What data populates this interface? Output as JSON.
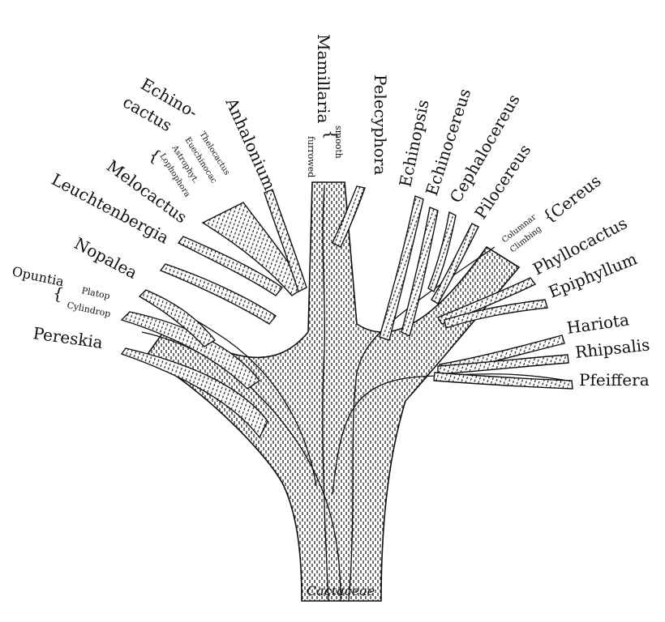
{
  "diagram": {
    "root": "Cactaceae",
    "branches": [
      {
        "id": "pereskia",
        "label": "Pereskia"
      },
      {
        "id": "opuntia",
        "label": "Opuntia",
        "sub": [
          "Platop",
          "Cylindrop"
        ]
      },
      {
        "id": "nopalea",
        "label": "Nopalea"
      },
      {
        "id": "leuchtenbergia",
        "label": "Leuchtenbergia"
      },
      {
        "id": "melocactus",
        "label": "Melocactus"
      },
      {
        "id": "echinocactus",
        "label_lines": [
          "Echino-",
          "cactus"
        ],
        "sub": [
          "Thelocactus",
          "Euechinocac",
          "Astrophyt.",
          "Lophophora"
        ]
      },
      {
        "id": "anhalonium",
        "label": "Anhalonium"
      },
      {
        "id": "mamillaria",
        "label": "Mamillaria",
        "sub": [
          "smooth",
          "furrowed"
        ]
      },
      {
        "id": "pelecyphora",
        "label": "Pelecyphora"
      },
      {
        "id": "echinopsis",
        "label": "Echinopsis"
      },
      {
        "id": "echinocereus",
        "label": "Echinocereus"
      },
      {
        "id": "cephalocereus",
        "label": "Cephalocereus"
      },
      {
        "id": "pilocereus",
        "label": "Pilocereus"
      },
      {
        "id": "cereus",
        "label": "Cereus",
        "sub": [
          "Columnar",
          "Climbing"
        ]
      },
      {
        "id": "phyllocactus",
        "label": "Phyllocactus"
      },
      {
        "id": "epiphyllum",
        "label": "Epiphyllum"
      },
      {
        "id": "hariota",
        "label": "Hariota"
      },
      {
        "id": "rhipsalis",
        "label": "Rhipsalis"
      },
      {
        "id": "pfeiffera",
        "label": "Pfeiffera"
      }
    ]
  },
  "colors": {
    "ink": "#111111",
    "paper": "#ffffff"
  }
}
